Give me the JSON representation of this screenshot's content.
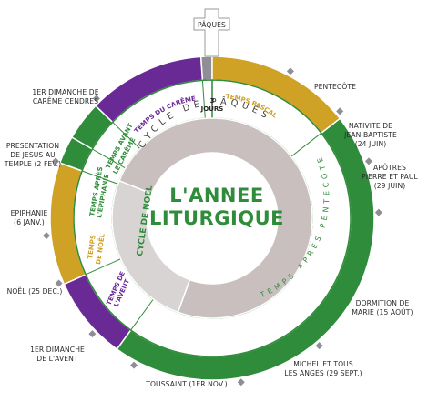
{
  "center": {
    "line1": "L'ANNEE",
    "line2": "LITURGIQUE"
  },
  "cycles": {
    "paques": "CYCLE  DE  PÂQUES",
    "noel": "CYCLE DE NOEL"
  },
  "inner_segments": {
    "careme": "TEMPS DU CARÊME",
    "trois_jours_num": "3",
    "trois_jours_word": "JOURS",
    "pascal": "TEMPS PASCAL",
    "avant_careme_1": "TEMPS AVANT",
    "avant_careme_2": "LE CARÊME",
    "apres_epiphanie_1": "TEMPS APRÈS",
    "apres_epiphanie_2": "L'EPIPHANIE",
    "noel_1": "TEMPS",
    "noel_2": "DE NOËL",
    "avent_1": "TEMPS DE",
    "avent_2": "L'AVENT",
    "apres_pentecote": "TEMPS  APRÈS  PENTECÔTE"
  },
  "top_label": "PÂQUES",
  "labels": {
    "careme_cendres_1": "1ER DIMANCHE DE",
    "careme_cendres_2": "CARÊME CENDRES",
    "presentation_1": "PRESENTATION",
    "presentation_2": "DE JESUS AU",
    "presentation_3": "TEMPLE (2 FEV.)",
    "epiphanie_1": "EPIPHANIE",
    "epiphanie_2": "(6 JANV.)",
    "noel": "NOËL (25 DEC.)",
    "avent_1": "1ER DIMANCHE",
    "avent_2": "DE L'AVENT",
    "toussaint": "TOUSSAINT (1ER NOV.)",
    "michel_1": "MICHEL ET TOUS",
    "michel_2": "LES ANGES (29 SEPT.)",
    "dormition_1": "DORMITION DE",
    "dormition_2": "MARIE (15 AOÛT)",
    "apotres_1": "APÔTRES",
    "apotres_2": "PIERRE ET PAUL",
    "apotres_3": "(29 JUIN)",
    "nativite_1": "NATIVITE DE",
    "nativite_2": "JEAN-BAPTISTE",
    "nativite_3": "(24 JUIN)",
    "pentecote": "PENTECÔTE"
  },
  "colors": {
    "green": "#2f8c3a",
    "purple": "#6a2a96",
    "gold": "#cfa124",
    "gray": "#8f8d95",
    "ring_fill": "#c9bfbf",
    "noel_fill": "#d8d4d4"
  },
  "icons": {
    "cross": "cross-icon",
    "marker": "triangle-marker-icon"
  }
}
